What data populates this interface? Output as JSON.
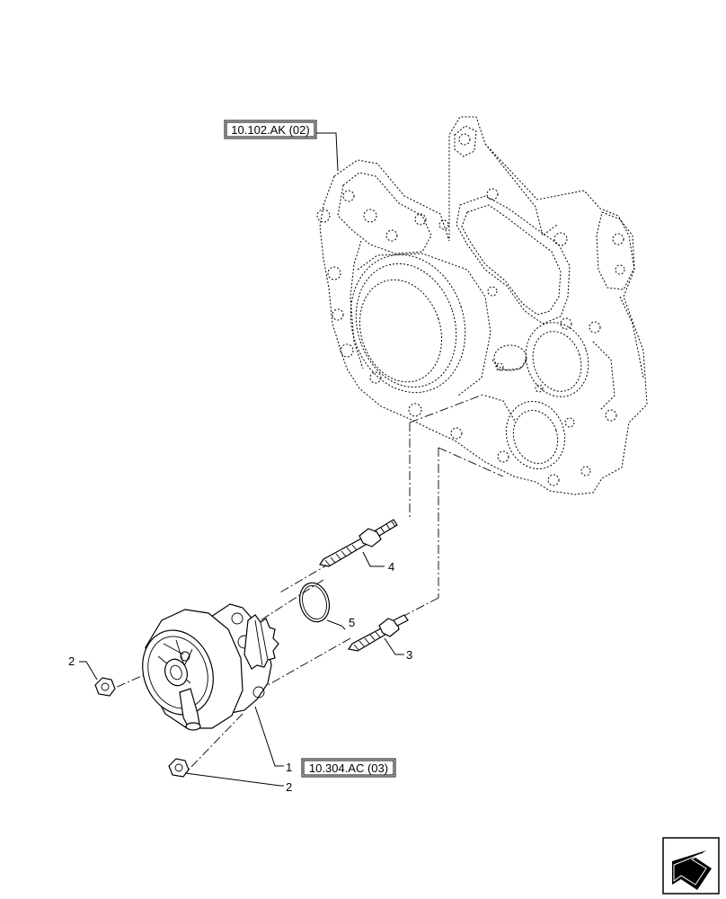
{
  "references": {
    "top": "10.102.AK (02)",
    "bottom": "10.304.AC (03)"
  },
  "callouts": [
    {
      "id": "item-1",
      "label": "1"
    },
    {
      "id": "item-2-left",
      "label": "2"
    },
    {
      "id": "item-2-bottom",
      "label": "2"
    },
    {
      "id": "item-3",
      "label": "3"
    },
    {
      "id": "item-4",
      "label": "4"
    },
    {
      "id": "item-5",
      "label": "5"
    }
  ],
  "icons": {
    "nav": "arrow-bottom-left-icon"
  }
}
